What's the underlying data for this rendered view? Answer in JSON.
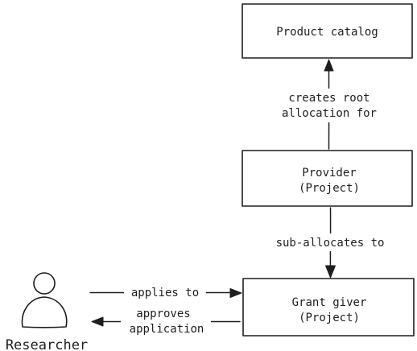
{
  "nodes": {
    "product_catalog": {
      "lines": [
        "Product catalog"
      ]
    },
    "provider": {
      "lines": [
        "Provider",
        "(Project)"
      ]
    },
    "grant_giver": {
      "lines": [
        "Grant giver",
        "(Project)"
      ]
    }
  },
  "actor": {
    "label": "Researcher"
  },
  "edges": {
    "creates_root": {
      "lines": [
        "creates root",
        "allocation for"
      ]
    },
    "sub_allocates": {
      "lines": [
        "sub-allocates to"
      ]
    },
    "applies_to": {
      "lines": [
        "applies to"
      ]
    },
    "approves": {
      "lines": [
        "approves",
        "application"
      ]
    }
  },
  "colors": {
    "stroke": "#1e1e1e",
    "background": "#ffffff"
  }
}
